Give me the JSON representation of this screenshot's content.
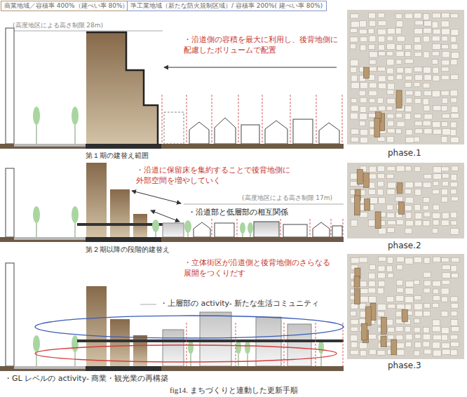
{
  "diagram": {
    "caption": "fig14. まちづくりと連動した更新手順",
    "nodes": [
      {
        "text": [
          "商業地域／容積率 400%（建ぺい率 80%）"
        ]
      },
      {
        "text": [
          "準工業地域（新たな防火規制区域）/ 容積率 200%( 建ぺい率 80%)"
        ]
      }
    ],
    "labels": [
      "(高度地区による高さ制限 28m)",
      "・沿道側の容積を最大に利用し、後背地側に 配慮したボリュームで配置",
      "第１期の建替え範囲",
      "phase.1",
      "・沿道に保留床を集約することで後背地側に 外部空間を増やしていく",
      "(高度地区による高さ制限 17m)",
      "・沿道部と低層部の相互関係",
      "第２期以降の段階的建替え",
      "phase.2",
      "・立体街区が沿道側と後背地側のさらなる 展開をつくりだす",
      "・上層部の activity- 新たな生活コミュニティ",
      "・GL レベルの activity- 商業・観光業の再構築",
      "phase.3"
    ]
  }
}
